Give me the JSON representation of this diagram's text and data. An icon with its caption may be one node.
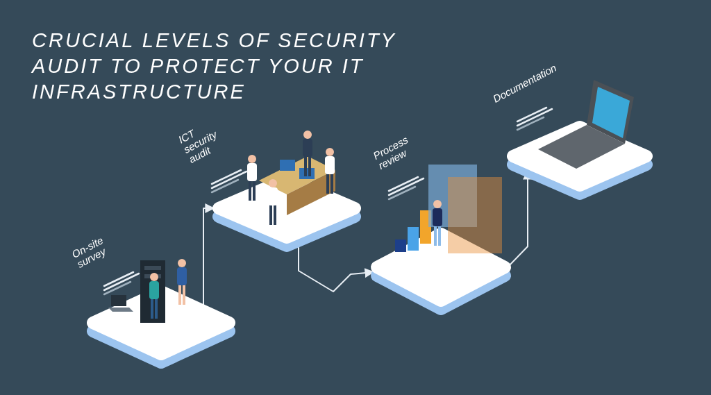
{
  "diagram": {
    "title": "CRUCIAL LEVELS OF SECURITY AUDIT TO PROTECT YOUR IT INFRASTRUCTURE",
    "nodes": [
      {
        "text": [
          "On-site survey"
        ]
      },
      {
        "text": [
          "ICT security audit"
        ]
      },
      {
        "text": [
          "Process review"
        ]
      },
      {
        "text": [
          "Documentation"
        ]
      }
    ],
    "edges": [
      {
        "from": 0,
        "to": 1,
        "arrow": "to"
      },
      {
        "from": 1,
        "to": 2,
        "arrow": "to"
      },
      {
        "from": 2,
        "to": 3,
        "arrow": "to"
      }
    ]
  }
}
